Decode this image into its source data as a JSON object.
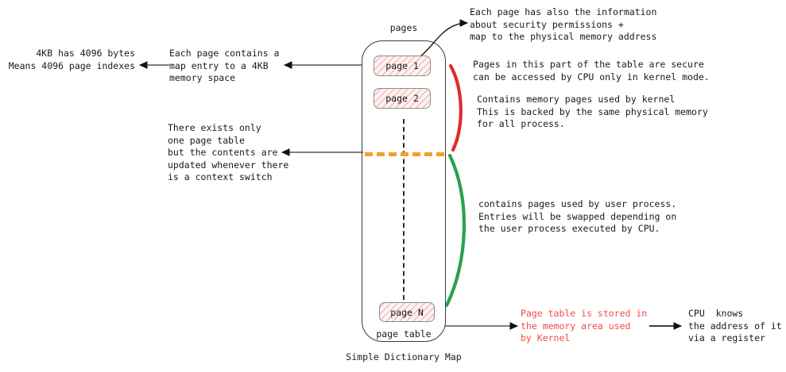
{
  "diagram": {
    "caption": "Simple Dictionary Map",
    "pages_label": "pages",
    "page_table_label": "page table",
    "boxes": [
      {
        "label": "page 1"
      },
      {
        "label": "page 2"
      },
      {
        "label": "page N"
      }
    ]
  },
  "annotations": {
    "left_top": "4KB has 4096 bytes\nMeans 4096 page indexes",
    "left_top_mid": "Each page contains a\nmap entry to a 4KB\nmemory space",
    "left_mid": "There exists only\none page table\nbut the contents are\nupdated whenever there\nis a context switch",
    "top_right": "Each page has also the information\nabout security permissions +\nmap to the physical memory address",
    "kernel_secure": "Pages in this part of the table are secure\ncan be accessed by CPU only in kernel mode.",
    "kernel_contains": "Contains memory pages used by kernel\nThis is backed by the same physical memory\nfor all process.",
    "user_pages": "contains pages used by user process.\nEntries will be swapped depending on\nthe user process executed by CPU.",
    "stored_in_kernel": "Page table is stored in\nthe memory area used\nby Kernel",
    "cpu_register": "CPU  knows\nthe address of it\nvia a register"
  },
  "colors": {
    "kernel_brace": "#e02b2b",
    "user_brace": "#2aa14e",
    "divider_dashed": "#f2a02a",
    "red_text": "#ef4b4b",
    "text": "#1a1a1a",
    "page_fill_hatch": "#e57373",
    "outline": "#3a3a3a"
  }
}
